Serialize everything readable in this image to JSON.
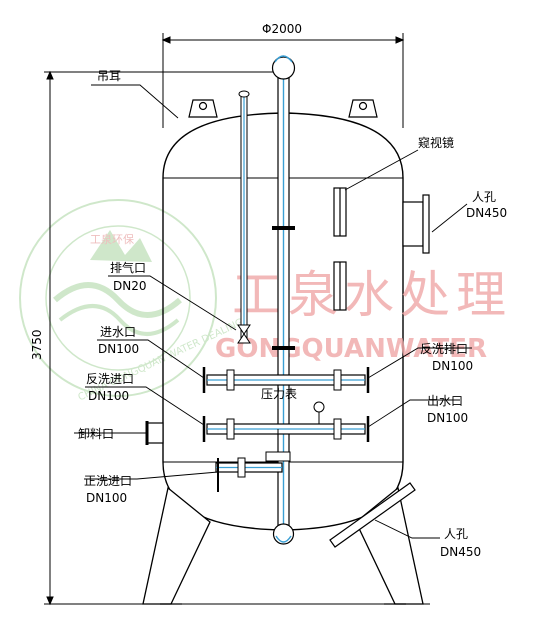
{
  "dimensions": {
    "width": "Φ2000",
    "height": "3750"
  },
  "labels": {
    "lifting_lug": "吊耳",
    "sight_glass": "窥视镜",
    "manhole_top": "人孔",
    "manhole_top_dn": "DN450",
    "vent": "排气口",
    "vent_dn": "DN20",
    "water_inlet": "进水口",
    "water_inlet_dn": "DN100",
    "backwash_outlet": "反洗排口",
    "backwash_outlet_dn": "DN100",
    "backwash_inlet": "反洗进口",
    "backwash_inlet_dn": "DN100",
    "pressure_gauge": "压力表",
    "water_outlet": "出水口",
    "water_outlet_dn": "DN100",
    "discharge_port": "卸料口",
    "forward_wash_inlet": "正洗进口",
    "forward_wash_inlet_dn": "DN100",
    "manhole_bottom": "人孔",
    "manhole_bottom_dn": "DN450"
  },
  "watermark": {
    "chinese": "工泉水处理",
    "english": "GONGQUANWATER",
    "seal_text": "CHINA GONGQUAN WATER DEALING",
    "seal_logo": "工泉环保"
  },
  "colors": {
    "line": "#000000",
    "pipe": "#3a9fd4",
    "watermark_red": "#f0a7a7",
    "watermark_green": "#a8d5a0"
  }
}
